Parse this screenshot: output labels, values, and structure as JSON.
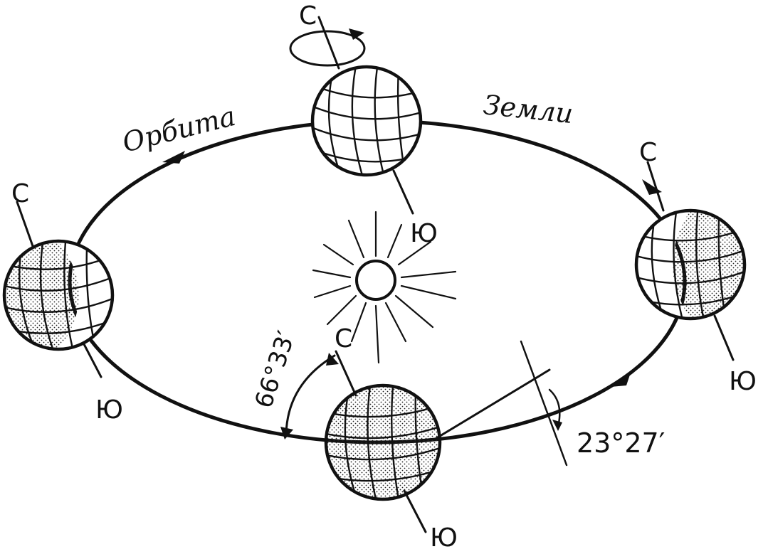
{
  "orbit": {
    "label_left": "Орбита",
    "label_right": "Земли"
  },
  "poles": {
    "north": "С",
    "south": "Ю"
  },
  "angles": {
    "axis_to_orbit": "66°33′",
    "axis_tilt": "23°27′"
  },
  "colors": {
    "ink": "#111111",
    "paper": "#ffffff"
  }
}
